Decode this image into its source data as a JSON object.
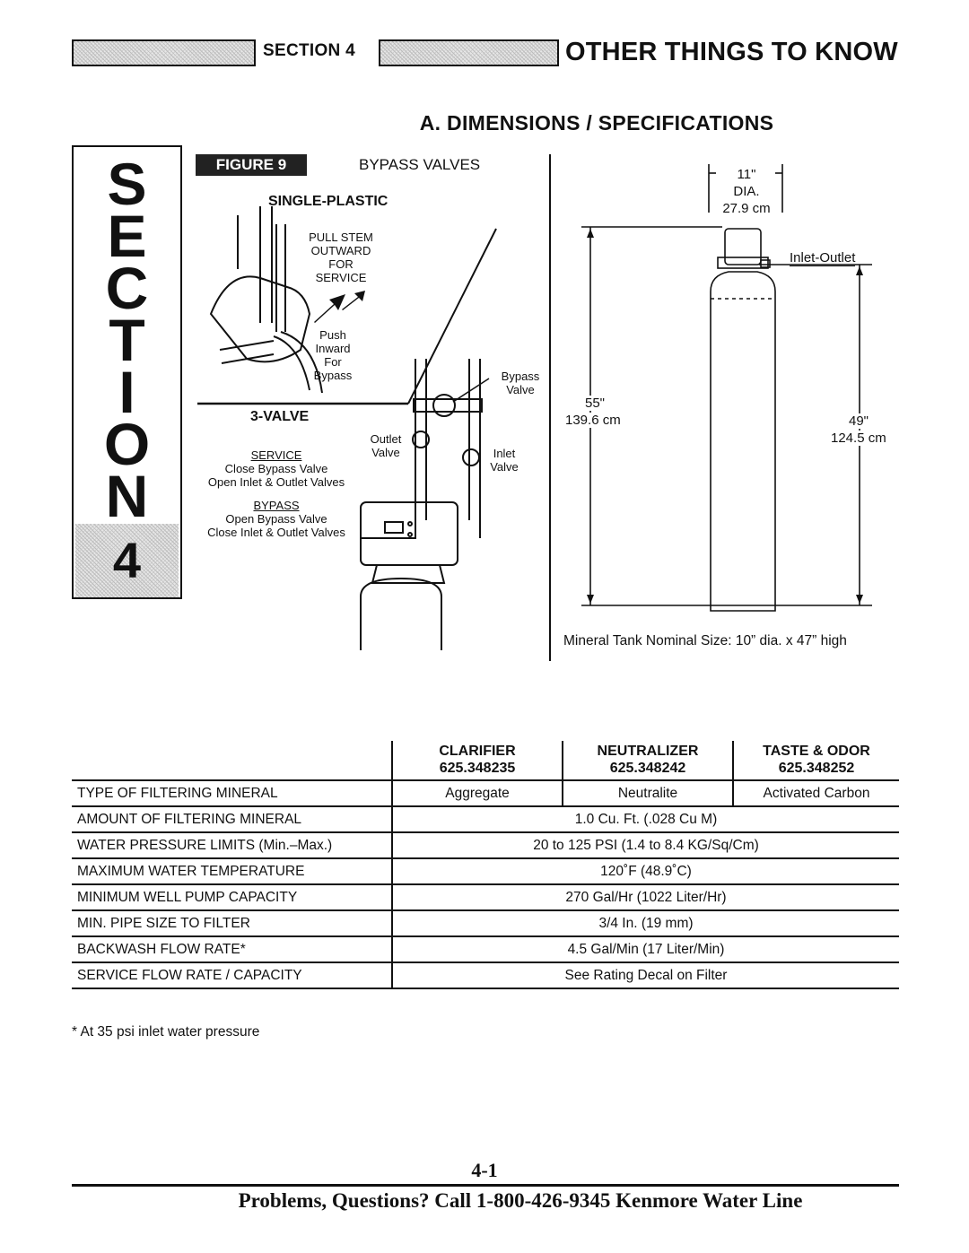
{
  "header": {
    "section_label": "SECTION 4",
    "title": "OTHER THINGS TO KNOW"
  },
  "subheading": "A. DIMENSIONS / SPECIFICATIONS",
  "side_tab": {
    "letters": [
      "S",
      "E",
      "C",
      "T",
      "I",
      "O",
      "N"
    ],
    "number": "4"
  },
  "figure": {
    "label": "FIGURE 9",
    "title": "BYPASS VALVES",
    "single_plastic": {
      "heading": "SINGLE-PLASTIC",
      "pull_lines": [
        "PULL STEM",
        "OUTWARD",
        "FOR",
        "SERVICE"
      ],
      "push_lines": [
        "Push",
        "Inward",
        "For",
        "Bypass"
      ]
    },
    "three_valve": {
      "heading": "3-VALVE",
      "service_heading": "SERVICE",
      "service_lines": [
        "Close Bypass Valve",
        "Open Inlet & Outlet Valves"
      ],
      "bypass_heading": "BYPASS",
      "bypass_lines": [
        "Open Bypass Valve",
        "Close Inlet & Outlet Valves"
      ],
      "outlet_valve": [
        "Outlet",
        "Valve"
      ],
      "inlet_valve": [
        "Inlet",
        "Valve"
      ],
      "bypass_valve": [
        "Bypass",
        "Valve"
      ]
    }
  },
  "tank_diagram": {
    "diameter_in": "11\"",
    "diameter_label": "DIA.",
    "diameter_cm": "27.9 cm",
    "inlet_outlet": "Inlet-Outlet",
    "height_total_in": "55\"",
    "height_total_cm": "139.6 cm",
    "height_io_in": "49\"",
    "height_io_cm": "124.5 cm",
    "caption": "Mineral Tank Nominal Size: 10” dia. x 47” high"
  },
  "specs": {
    "models": [
      {
        "name": "CLARIFIER",
        "number": "625.348235"
      },
      {
        "name": "NEUTRALIZER",
        "number": "625.348242"
      },
      {
        "name": "TASTE & ODOR",
        "number": "625.348252"
      }
    ],
    "type_row": {
      "label": "TYPE OF FILTERING MINERAL",
      "values": [
        "Aggregate",
        "Neutralite",
        "Activated Carbon"
      ]
    },
    "rows": [
      {
        "label": "AMOUNT OF FILTERING MINERAL",
        "value": "1.0 Cu. Ft. (.028 Cu M)"
      },
      {
        "label": "WATER PRESSURE LIMITS (Min.–Max.)",
        "value": "20 to 125 PSI (1.4 to 8.4 KG/Sq/Cm)"
      },
      {
        "label": "MAXIMUM WATER TEMPERATURE",
        "value": "120˚F (48.9˚C)"
      },
      {
        "label": "MINIMUM WELL PUMP CAPACITY",
        "value": "270 Gal/Hr (1022 Liter/Hr)"
      },
      {
        "label": "MIN. PIPE SIZE TO FILTER",
        "value": "3/4 In. (19 mm)"
      },
      {
        "label": "BACKWASH FLOW RATE*",
        "value": "4.5 Gal/Min (17 Liter/Min)"
      },
      {
        "label": "SERVICE FLOW RATE / CAPACITY",
        "value": "See Rating Decal on Filter"
      }
    ]
  },
  "footnote": "* At 35 psi inlet water pressure",
  "page_number": "4-1",
  "footer": "Problems, Questions? Call 1-800-426-9345 Kenmore Water Line"
}
